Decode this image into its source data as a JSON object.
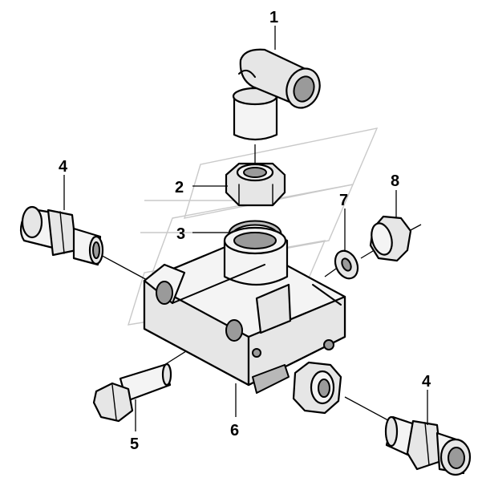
{
  "callouts": [
    {
      "id": "1",
      "label": "1"
    },
    {
      "id": "2",
      "label": "2"
    },
    {
      "id": "3",
      "label": "3"
    },
    {
      "id": "4a",
      "label": "4"
    },
    {
      "id": "4b",
      "label": "4"
    },
    {
      "id": "5",
      "label": "5"
    },
    {
      "id": "6",
      "label": "6"
    },
    {
      "id": "7",
      "label": "7"
    },
    {
      "id": "8",
      "label": "8"
    }
  ]
}
